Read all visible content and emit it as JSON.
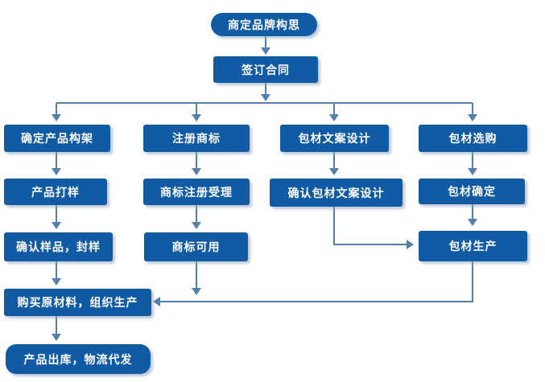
{
  "diagram": {
    "type": "flowchart",
    "language": "zh-CN",
    "colors": {
      "node_fill": "#115ba5",
      "node_text": "#ffffff",
      "arrow": "#527fad",
      "background": "#ffffff"
    },
    "nodes": [
      {
        "id": "brand-concept",
        "label": "商定品牌构思",
        "shape": "pill"
      },
      {
        "id": "sign-contract",
        "label": "签订合同",
        "shape": "rect"
      },
      {
        "id": "product-structure",
        "label": "确定产品构架",
        "shape": "rect"
      },
      {
        "id": "register-trademark",
        "label": "注册商标",
        "shape": "rect"
      },
      {
        "id": "packaging-copy-design",
        "label": "包材文案设计",
        "shape": "rect"
      },
      {
        "id": "packaging-purchase",
        "label": "包材选购",
        "shape": "rect"
      },
      {
        "id": "product-sampling",
        "label": "产品打样",
        "shape": "rect"
      },
      {
        "id": "trademark-acceptance",
        "label": "商标注册受理",
        "shape": "rect"
      },
      {
        "id": "confirm-packaging-copy",
        "label": "确认包材文案设计",
        "shape": "rect"
      },
      {
        "id": "packaging-confirmed",
        "label": "包材确定",
        "shape": "rect"
      },
      {
        "id": "confirm-sample-seal",
        "label": "确认样品，封样",
        "shape": "rect"
      },
      {
        "id": "trademark-available",
        "label": "商标可用",
        "shape": "rect"
      },
      {
        "id": "packaging-production",
        "label": "包材生产",
        "shape": "rect"
      },
      {
        "id": "purchase-materials",
        "label": "购买原材料，组织生产",
        "shape": "rect"
      },
      {
        "id": "product-outbound",
        "label": "产品出库，物流代发",
        "shape": "pill"
      }
    ],
    "edges": [
      {
        "from": "brand-concept",
        "to": "sign-contract"
      },
      {
        "from": "sign-contract",
        "to": "product-structure"
      },
      {
        "from": "sign-contract",
        "to": "register-trademark"
      },
      {
        "from": "sign-contract",
        "to": "packaging-copy-design"
      },
      {
        "from": "sign-contract",
        "to": "packaging-purchase"
      },
      {
        "from": "product-structure",
        "to": "product-sampling"
      },
      {
        "from": "product-sampling",
        "to": "confirm-sample-seal"
      },
      {
        "from": "confirm-sample-seal",
        "to": "purchase-materials"
      },
      {
        "from": "purchase-materials",
        "to": "product-outbound"
      },
      {
        "from": "register-trademark",
        "to": "trademark-acceptance"
      },
      {
        "from": "trademark-acceptance",
        "to": "trademark-available"
      },
      {
        "from": "trademark-available",
        "to": "purchase-materials"
      },
      {
        "from": "packaging-copy-design",
        "to": "confirm-packaging-copy"
      },
      {
        "from": "confirm-packaging-copy",
        "to": "packaging-production"
      },
      {
        "from": "packaging-purchase",
        "to": "packaging-confirmed"
      },
      {
        "from": "packaging-confirmed",
        "to": "packaging-production"
      },
      {
        "from": "packaging-production",
        "to": "purchase-materials"
      }
    ]
  }
}
